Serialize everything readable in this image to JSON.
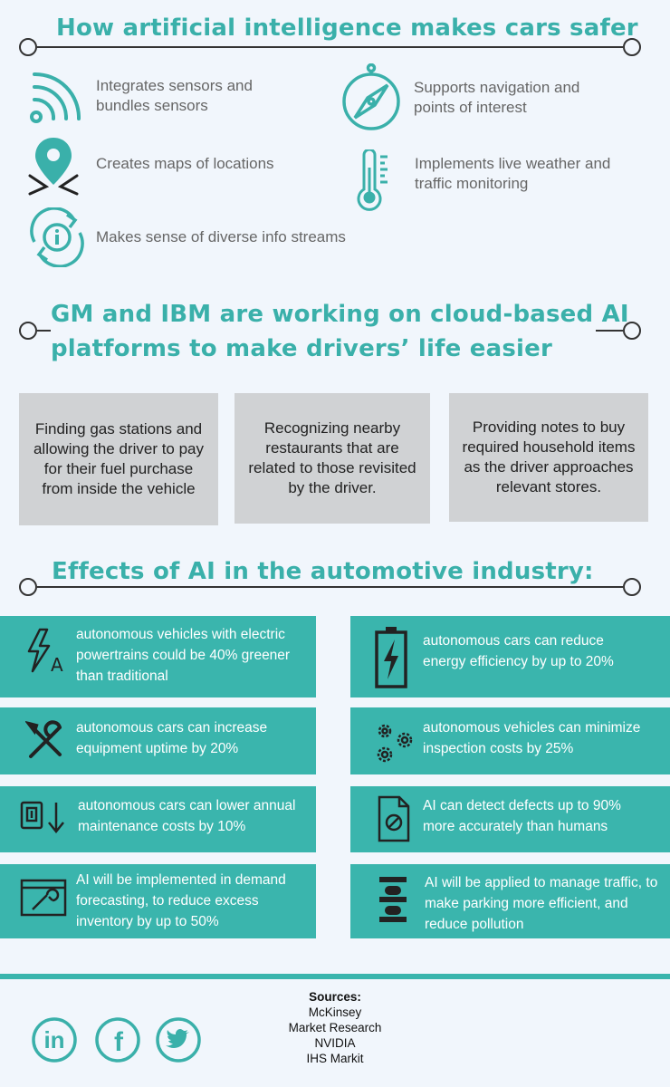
{
  "section1": {
    "title": "How artificial intelligence makes cars safer",
    "features": [
      {
        "icon": "wifi-signal-icon",
        "text": "Integrates sensors and bundles sensors"
      },
      {
        "icon": "compass-icon",
        "text": "Supports navigation and points of interest"
      },
      {
        "icon": "map-pin-icon",
        "text": "Creates maps of locations"
      },
      {
        "icon": "thermometer-icon",
        "text": "Implements live weather and traffic monitoring"
      },
      {
        "icon": "info-cycle-icon",
        "text": "Makes sense of diverse info streams"
      }
    ]
  },
  "section2": {
    "title_line1": "GM and IBM are working on cloud-based AI",
    "title_line2": "platforms to make drivers’ life easier",
    "boxes": [
      "Finding gas stations and allowing the driver to pay for their fuel purchase from inside the vehicle",
      "Recognizing nearby restaurants that are related to those revisited by the driver.",
      "Providing notes to buy required household items as the driver approaches relevant stores."
    ]
  },
  "section3": {
    "title": "Effects of AI in the automotive industry:",
    "effects": [
      {
        "icon": "electric-a-icon",
        "text": "autonomous vehicles with electric powertrains could be 40% greener than traditional"
      },
      {
        "icon": "battery-charge-icon",
        "text": "autonomous cars can reduce energy efficiency by up to 20%"
      },
      {
        "icon": "wrench-screwdriver-icon",
        "text": "autonomous cars can increase equipment uptime by 20%"
      },
      {
        "icon": "gears-icon",
        "text": "autonomous vehicles can minimize inspection costs by 25%"
      },
      {
        "icon": "cash-down-icon",
        "text": "autonomous cars can lower annual maintenance costs by 10%"
      },
      {
        "icon": "document-block-icon",
        "text": "AI can detect defects up to 90% more accurately than humans"
      },
      {
        "icon": "browser-wrench-icon",
        "text": "AI will be implemented in demand forecasting, to reduce excess inventory by up to 50%"
      },
      {
        "icon": "traffic-light-icon",
        "text": "AI will be applied to manage traffic, to make parking more efficient, and reduce pollution"
      }
    ]
  },
  "footer": {
    "sources_title": "Sources:",
    "sources": [
      "McKinsey",
      "Market Research",
      "NVIDIA",
      "IHS Markit"
    ],
    "social": [
      "linkedin-icon",
      "facebook-icon",
      "twitter-icon"
    ],
    "linkedin_text": "in",
    "facebook_text": "f"
  },
  "colors": {
    "teal": "#3ab5ad",
    "grey_box": "#d0d2d4",
    "background": "#f1f6fc"
  }
}
